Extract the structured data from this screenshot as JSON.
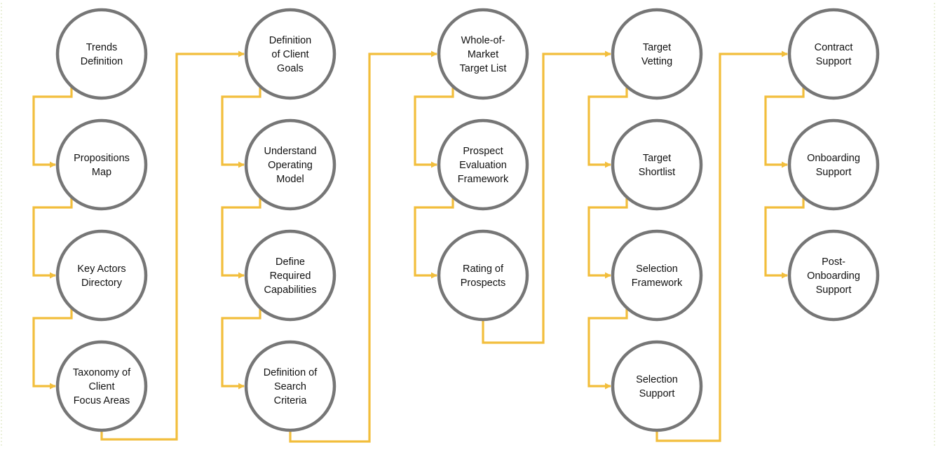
{
  "colors": {
    "connector": "#F2BE3C",
    "node_border": "#767676",
    "node_fill": "#ffffff",
    "text": "#111111"
  },
  "columns": [
    {
      "nodes": [
        {
          "lines": [
            "Trends",
            "Definition"
          ]
        },
        {
          "lines": [
            "Propositions",
            "Map"
          ]
        },
        {
          "lines": [
            "Key Actors",
            "Directory"
          ]
        },
        {
          "lines": [
            "Taxonomy of",
            "Client",
            "Focus Areas"
          ]
        }
      ]
    },
    {
      "nodes": [
        {
          "lines": [
            "Definition",
            "of Client",
            "Goals"
          ]
        },
        {
          "lines": [
            "Understand",
            "Operating",
            "Model"
          ]
        },
        {
          "lines": [
            "Define",
            "Required",
            "Capabilities"
          ]
        },
        {
          "lines": [
            "Definition of",
            "Search",
            "Criteria"
          ]
        }
      ]
    },
    {
      "nodes": [
        {
          "lines": [
            "Whole-of-",
            "Market",
            "Target List"
          ]
        },
        {
          "lines": [
            "Prospect",
            "Evaluation",
            "Framework"
          ]
        },
        {
          "lines": [
            "Rating of",
            "Prospects"
          ]
        }
      ]
    },
    {
      "nodes": [
        {
          "lines": [
            "Target",
            "Vetting"
          ]
        },
        {
          "lines": [
            "Target",
            "Shortlist"
          ]
        },
        {
          "lines": [
            "Selection",
            "Framework"
          ]
        },
        {
          "lines": [
            "Selection",
            "Support"
          ]
        }
      ]
    },
    {
      "nodes": [
        {
          "lines": [
            "Contract",
            "Support"
          ]
        },
        {
          "lines": [
            "Onboarding",
            "Support"
          ]
        },
        {
          "lines": [
            "Post-",
            "Onboarding",
            "Support"
          ]
        }
      ]
    }
  ]
}
